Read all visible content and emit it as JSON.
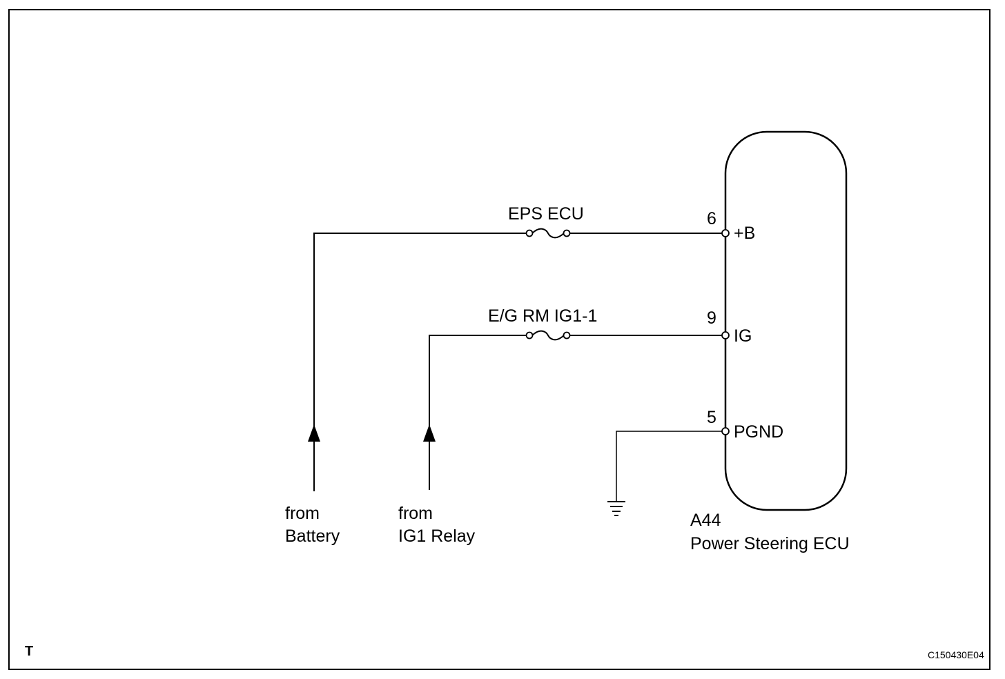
{
  "colors": {
    "line": "#000000",
    "background": "#ffffff"
  },
  "fuses": [
    {
      "id": "eps_ecu",
      "label": "EPS ECU"
    },
    {
      "id": "eg_rm_ig1_1",
      "label": "E/G RM IG1-1"
    }
  ],
  "ecu": {
    "connector": "A44",
    "name": "Power Steering ECU",
    "pins": [
      {
        "number": "6",
        "name": "+B"
      },
      {
        "number": "9",
        "name": "IG"
      },
      {
        "number": "5",
        "name": "PGND"
      }
    ]
  },
  "sources": [
    {
      "id": "battery",
      "line1": "from",
      "line2": "Battery"
    },
    {
      "id": "ig1_relay",
      "line1": "from",
      "line2": "IG1 Relay"
    }
  ],
  "ground": {
    "icon": "ground-icon"
  },
  "corner_code": "T",
  "figure_id": "C150430E04"
}
